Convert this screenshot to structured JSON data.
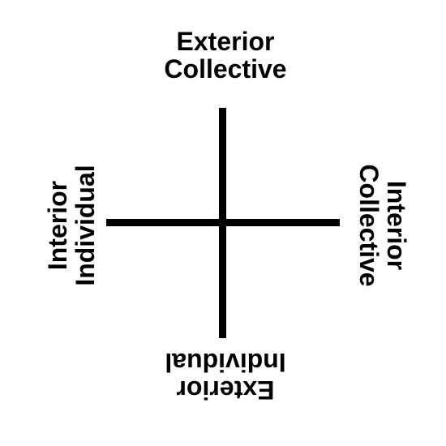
{
  "labels": {
    "top": {
      "line1": "Exterior",
      "line2": "Collective"
    },
    "bottom": {
      "line1": "Exterior",
      "line2": "Individual"
    },
    "left": {
      "line1": "Interior",
      "line2": "Individual"
    },
    "right": {
      "line1": "Interior",
      "line2": "Collective"
    }
  },
  "colors": {
    "background": "#ffffff",
    "foreground": "#000000"
  }
}
